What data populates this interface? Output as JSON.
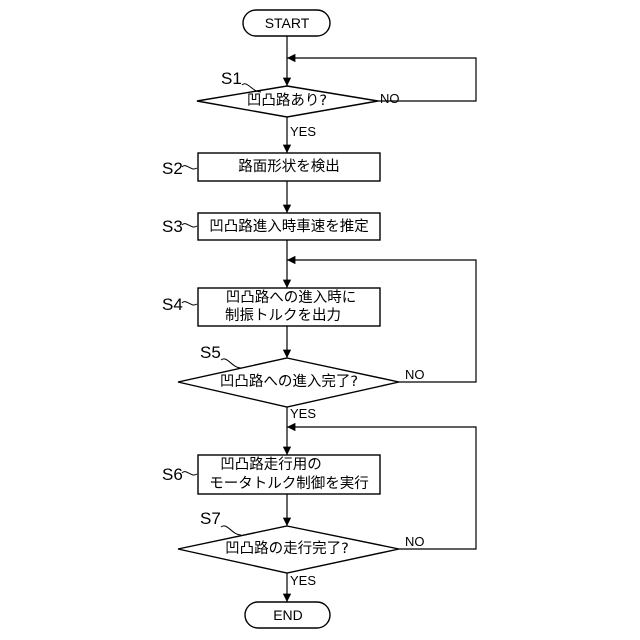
{
  "colors": {
    "stroke": "#000000",
    "background": "#ffffff"
  },
  "start": {
    "label": "START"
  },
  "s1": {
    "tag": "S1",
    "text": "凹凸路あり?",
    "yes": "YES",
    "no": "NO"
  },
  "s2": {
    "tag": "S2",
    "text": "路面形状を検出"
  },
  "s3": {
    "tag": "S3",
    "text": "凹凸路進入時車速を推定"
  },
  "s4": {
    "tag": "S4",
    "lines": [
      "凹凸路への進入時に",
      "制振トルクを出力"
    ]
  },
  "s5": {
    "tag": "S5",
    "text": "凹凸路への進入完了?",
    "yes": "YES",
    "no": "NO"
  },
  "s6": {
    "tag": "S6",
    "lines": [
      "凹凸路走行用の",
      "モータトルク制御を実行"
    ]
  },
  "s7": {
    "tag": "S7",
    "text": "凹凸路の走行完了?",
    "yes": "YES",
    "no": "NO"
  },
  "end": {
    "label": "END"
  }
}
